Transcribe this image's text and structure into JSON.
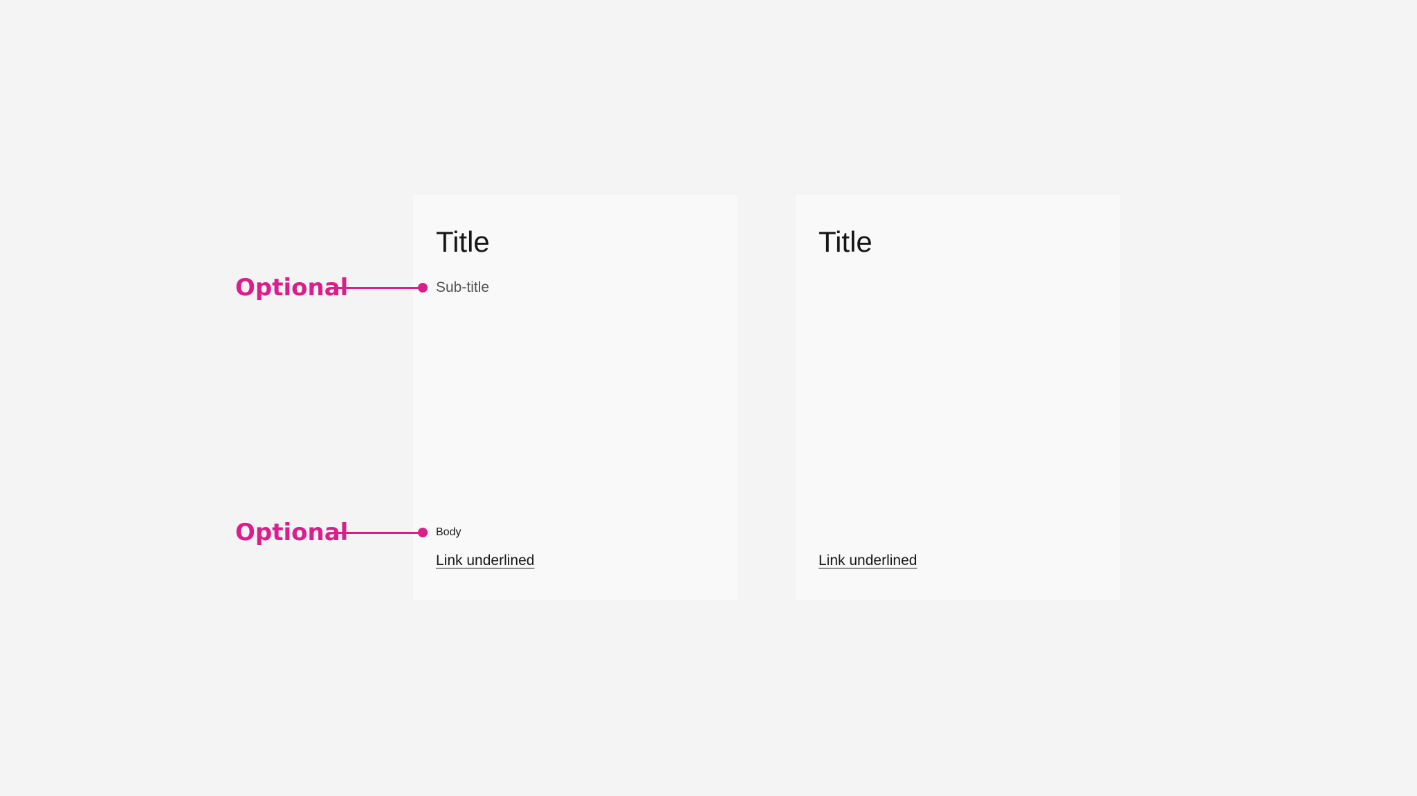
{
  "cards": [
    {
      "title": "Title",
      "subtitle": "Sub-title",
      "body": "Body",
      "link": "Link underlined"
    },
    {
      "title": "Title",
      "link": "Link underlined"
    }
  ],
  "annotations": [
    {
      "label": "Optional"
    },
    {
      "label": "Optional"
    }
  ],
  "colors": {
    "background": "#f4f4f4",
    "card": "#f9f9f9",
    "annotation": "#da1e8a",
    "text_primary": "#161616",
    "text_secondary": "#525252"
  }
}
